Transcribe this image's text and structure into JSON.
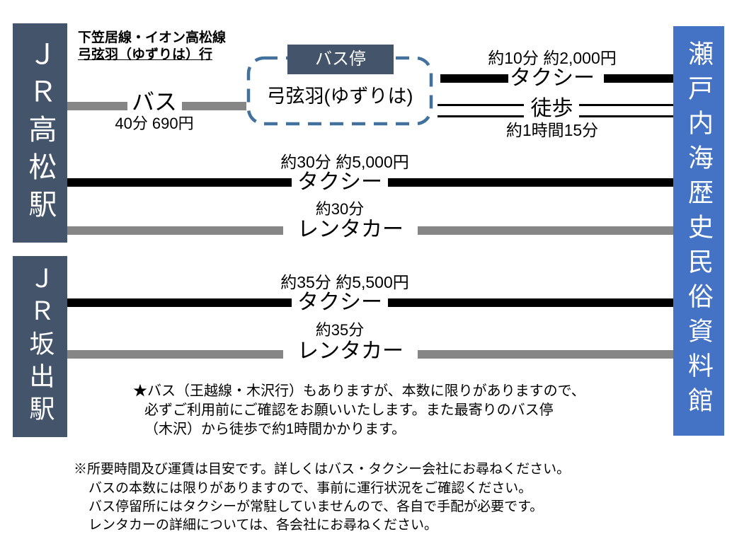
{
  "header": {
    "line1": "下笠居線・イオン高松線",
    "line2": "弓弦羽（ゆずりは）行"
  },
  "stations": [
    {
      "name": "ＪＲ高松駅"
    },
    {
      "name": "ＪＲ坂出駅"
    }
  ],
  "destination": {
    "name": "瀬戸内海歴史民俗資料館"
  },
  "bus_stop": {
    "tag": "バス停",
    "name": "弓弦羽(ゆずりは)"
  },
  "routes": {
    "bus": {
      "label": "バス",
      "detail": "40分 690円"
    },
    "taxi_from_stop": {
      "label": "タクシー",
      "detail": "約10分 約2,000円"
    },
    "walk": {
      "label": "徒歩",
      "detail": "約1時間15分"
    },
    "taxi_takamatsu": {
      "label": "タクシー",
      "detail": "約30分 約5,000円"
    },
    "rental_takamatsu": {
      "label": "レンタカー",
      "detail": "約30分"
    },
    "taxi_sakaide": {
      "label": "タクシー",
      "detail": "約35分 約5,500円"
    },
    "rental_sakaide": {
      "label": "レンタカー",
      "detail": "約35分"
    }
  },
  "notes": {
    "star": [
      "★バス（王越線・木沢行）もありますが、本数に限りがありますので、",
      "必ずご利用前にご確認をお願いいたします。また最寄りのバス停",
      "（木沢）から徒歩で約1時間かかります。"
    ],
    "footer": [
      "※所要時間及び運賃は目安です。詳しくはバス・タクシー会社にお尋ねください。",
      "バスの本数には限りがありますので、事前に運行状況をご確認ください。",
      "バス停留所にはタクシーが常駐していませんので、各自で手配が必要です。",
      "レンタカーの詳細については、各会社にお尋ねください。"
    ]
  },
  "colors": {
    "station_box": "#44546A",
    "destination_box": "#4472C4",
    "bus_stop_border": "#41719C",
    "taxi_line": "#000000",
    "bus_rental_line": "#868686",
    "walk_line": "#000000"
  }
}
